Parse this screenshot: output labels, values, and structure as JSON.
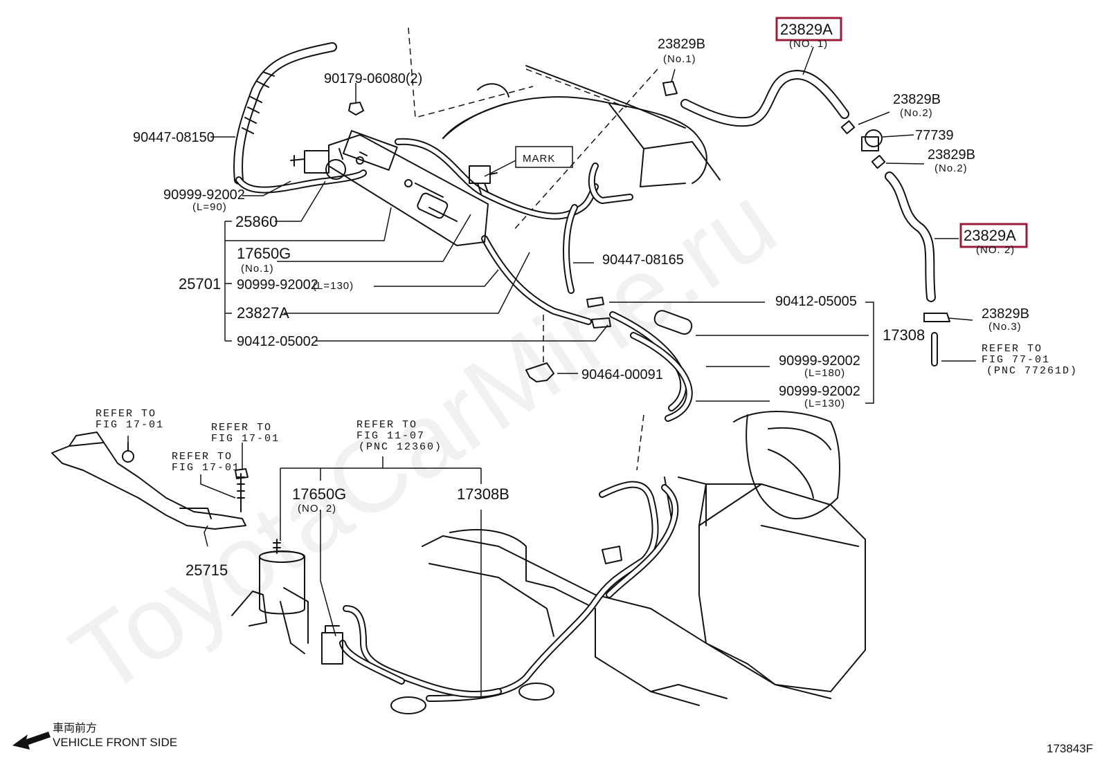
{
  "watermark": "ToyotaCarMine.ru",
  "figure_code": "173843F",
  "direction": {
    "japanese": "車両前方",
    "english": "VEHICLE FRONT SIDE"
  },
  "mark_label": "MARK",
  "highlight_color": "#9b1b3a",
  "parts": {
    "p23829A_1": {
      "number": "23829A",
      "sub": "(NO. 1)"
    },
    "p23829A_2": {
      "number": "23829A",
      "sub": "(NO. 2)"
    },
    "p23829B_1": {
      "number": "23829B",
      "sub": "(No.1)"
    },
    "p23829B_2a": {
      "number": "23829B",
      "sub": "(No.2)"
    },
    "p23829B_2b": {
      "number": "23829B",
      "sub": "(No.2)"
    },
    "p23829B_3": {
      "number": "23829B",
      "sub": "(No.3)"
    },
    "p77739": {
      "number": "77739"
    },
    "p90179": {
      "number": "90179-06080(2)"
    },
    "p90447_08150": {
      "number": "90447-08150"
    },
    "p90999_90": {
      "number": "90999-92002",
      "sub": "(L=90)"
    },
    "p25860": {
      "number": "25860"
    },
    "p17650G_1": {
      "number": "17650G",
      "sub": "(No.1)"
    },
    "p25701": {
      "number": "25701"
    },
    "p90999_130a": {
      "number": "90999-92002",
      "sub": "(L=130)"
    },
    "p23827A": {
      "number": "23827A"
    },
    "p90412_05002": {
      "number": "90412-05002"
    },
    "p90447_08165": {
      "number": "90447-08165"
    },
    "p90412_05005": {
      "number": "90412-05005"
    },
    "p17308": {
      "number": "17308"
    },
    "p90999_180": {
      "number": "90999-92002",
      "sub": "(L=180)"
    },
    "p90999_130b": {
      "number": "90999-92002",
      "sub": "(L=130)"
    },
    "p90464": {
      "number": "90464-00091"
    },
    "p25715": {
      "number": "25715"
    },
    "p17650G_2": {
      "number": "17650G",
      "sub": "(NO. 2)"
    },
    "p17308B": {
      "number": "17308B"
    }
  },
  "refers": {
    "r77": {
      "line1": "REFER TO",
      "line2": "FIG 77-01",
      "line3": "(PNC 77261D)"
    },
    "r17a": {
      "line1": "REFER TO",
      "line2": "FIG 17-01"
    },
    "r17b": {
      "line1": "REFER TO",
      "line2": "FIG 17-01"
    },
    "r17c": {
      "line1": "REFER TO",
      "line2": "FIG 17-01"
    },
    "r11": {
      "line1": "REFER TO",
      "line2": "FIG 11-07",
      "line3": "(PNC 12360)"
    }
  }
}
